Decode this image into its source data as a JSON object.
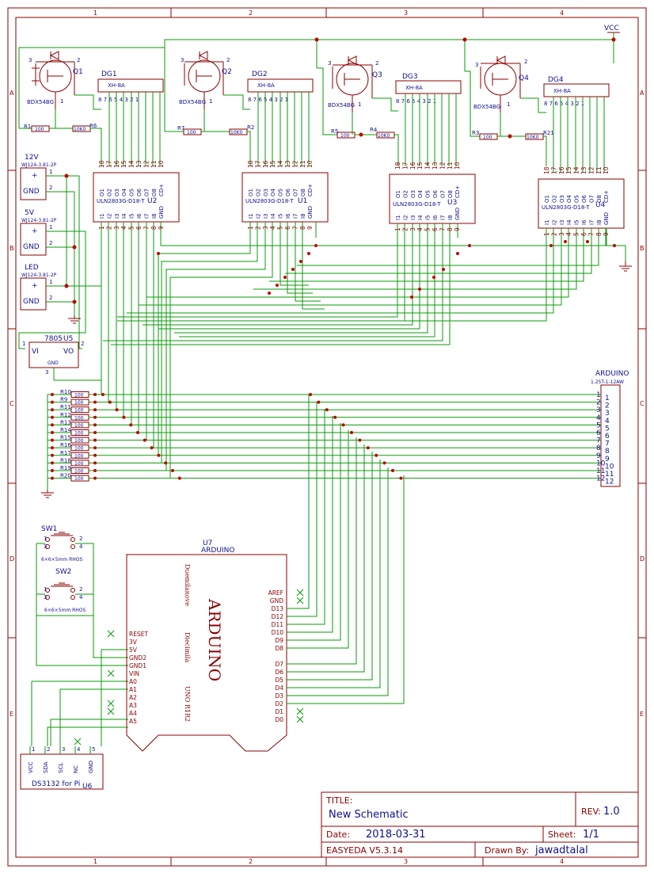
{
  "frame": {
    "columns": [
      "1",
      "2",
      "3",
      "4"
    ],
    "rows": [
      "A",
      "B",
      "C",
      "D",
      "E"
    ]
  },
  "net_labels": {
    "vcc": "VCC"
  },
  "transistors": [
    {
      "ref": "Q1",
      "part": "BDX54BG",
      "pin1": "1",
      "pin2": "2",
      "pin3": "3"
    },
    {
      "ref": "Q2",
      "part": "BDX54BG",
      "pin1": "1",
      "pin2": "2",
      "pin3": "3"
    },
    {
      "ref": "Q3",
      "part": "BDX54BG",
      "pin1": "1",
      "pin2": "2",
      "pin3": "3"
    },
    {
      "ref": "Q4",
      "part": "BDX54BG",
      "pin1": "1",
      "pin2": "2",
      "pin3": "3"
    }
  ],
  "digit_connectors": [
    {
      "ref": "DG1",
      "part": "XH-8A",
      "pins": "8 7 6 5 4 3 2 1"
    },
    {
      "ref": "DG2",
      "part": "XH-8A",
      "pins": "8 7 6 5 4 3 2 1"
    },
    {
      "ref": "DG3",
      "part": "XH-8A",
      "pins": "8 7 6 5 4 3 2 1"
    },
    {
      "ref": "DG4",
      "part": "XH-8A",
      "pins": "8 7 6 5 4 3 2 1"
    }
  ],
  "resistors_top": [
    {
      "ref": "R1",
      "value": "100"
    },
    {
      "ref": "R6",
      "value": "10K0"
    },
    {
      "ref": "R7",
      "value": "100"
    },
    {
      "ref": "R2",
      "value": "10K0"
    },
    {
      "ref": "R5",
      "value": "100"
    },
    {
      "ref": "R4",
      "value": "10K0"
    },
    {
      "ref": "R3",
      "value": "100"
    },
    {
      "ref": "R21",
      "value": "10K0"
    }
  ],
  "drivers": [
    {
      "ref": "U2",
      "part": "ULN2803G-D18-T"
    },
    {
      "ref": "U1",
      "part": "ULN2803G-D18-T"
    },
    {
      "ref": "U3",
      "part": "ULN2803G-D18-T"
    },
    {
      "ref": "U4",
      "part": "ULN2803G-D18-T"
    }
  ],
  "driver_pins": {
    "top_numbers": [
      "18",
      "17",
      "16",
      "15",
      "14",
      "13",
      "12",
      "11",
      "10"
    ],
    "top_names": [
      "O1",
      "O2",
      "O3",
      "O4",
      "O5",
      "O6",
      "O7",
      "O8",
      "CD+"
    ],
    "bottom_numbers": [
      "1",
      "2",
      "3",
      "4",
      "5",
      "6",
      "7",
      "8",
      "9"
    ],
    "bottom_names": [
      "I1",
      "I2",
      "I3",
      "I4",
      "I5",
      "I6",
      "I7",
      "I8",
      "GND"
    ]
  },
  "power_connectors": [
    {
      "name": "12V",
      "part": "WJ124-3.81-2P",
      "plus": "+",
      "gnd": "GND",
      "p1": "1",
      "p2": "2"
    },
    {
      "name": "5V",
      "part": "WJ124-3.81-2P",
      "plus": "+",
      "gnd": "GND",
      "p1": "1",
      "p2": "2"
    },
    {
      "name": "LED",
      "part": "WJ124-3.81-2P",
      "plus": "+",
      "gnd": "GND",
      "p1": "1",
      "p2": "2"
    }
  ],
  "regulator": {
    "ref": "U5",
    "part": "7805",
    "vi": "VI",
    "vo": "VO",
    "gnd": "GND",
    "p1": "1",
    "p2": "2",
    "p3": "3"
  },
  "resistors_bank": [
    {
      "ref": "R10",
      "value": "100"
    },
    {
      "ref": "R9",
      "value": "100"
    },
    {
      "ref": "R11",
      "value": "100"
    },
    {
      "ref": "R12",
      "value": "100"
    },
    {
      "ref": "R13",
      "value": "100"
    },
    {
      "ref": "R14",
      "value": "100"
    },
    {
      "ref": "R15",
      "value": "100"
    },
    {
      "ref": "R16",
      "value": "100"
    },
    {
      "ref": "R17",
      "value": "100"
    },
    {
      "ref": "R18",
      "value": "100"
    },
    {
      "ref": "R19",
      "value": "100"
    },
    {
      "ref": "R20",
      "value": "100"
    }
  ],
  "arduino_header": {
    "ref": "ARDUINO",
    "part": "1.25T-1-12AW",
    "pins": [
      "1",
      "2",
      "3",
      "4",
      "5",
      "6",
      "7",
      "8",
      "9",
      "10",
      "11",
      "12"
    ]
  },
  "switches": [
    {
      "ref": "SW1",
      "part": "6×6×5mm RHOS",
      "p1": "1",
      "p2": "2",
      "p3": "3",
      "p4": "4"
    },
    {
      "ref": "SW2",
      "part": "6×6×5mm RHOS",
      "p1": "1",
      "p2": "2",
      "p3": "3",
      "p4": "4"
    }
  ],
  "arduino": {
    "ref": "U7",
    "name": "ARDUINO",
    "side_text": [
      "Duemilanove",
      "Diecimila",
      "UNO R1R2"
    ],
    "big_text": "ARDUINO",
    "left_pins": [
      "RESET",
      "3V",
      "5V",
      "GND2",
      "GND1",
      "VIN",
      "A0",
      "A1",
      "A2",
      "A3",
      "A4",
      "A5"
    ],
    "right_pins": [
      "AREF",
      "GND",
      "D13",
      "D12",
      "D11",
      "D10",
      "D9",
      "D8",
      "D7",
      "D6",
      "D5",
      "D4",
      "D3",
      "D2",
      "D1",
      "D0"
    ]
  },
  "rtc": {
    "ref": "U6",
    "part": "DS3132 for Pi",
    "pins": [
      "VCC",
      "SDA",
      "SCL",
      "NC",
      "GND"
    ],
    "nums": [
      "1",
      "2",
      "3",
      "4",
      "5"
    ]
  },
  "title_block": {
    "title_label": "TITLE:",
    "title": "New Schematic",
    "rev_label": "REV:",
    "rev": "1.0",
    "date_label": "Date:",
    "date": "2018-03-31",
    "sheet_label": "Sheet:",
    "sheet": "1/1",
    "tool": "EASYEDA V5.3.14",
    "drawn_label": "Drawn By:",
    "drawn": "jawadtalal"
  }
}
